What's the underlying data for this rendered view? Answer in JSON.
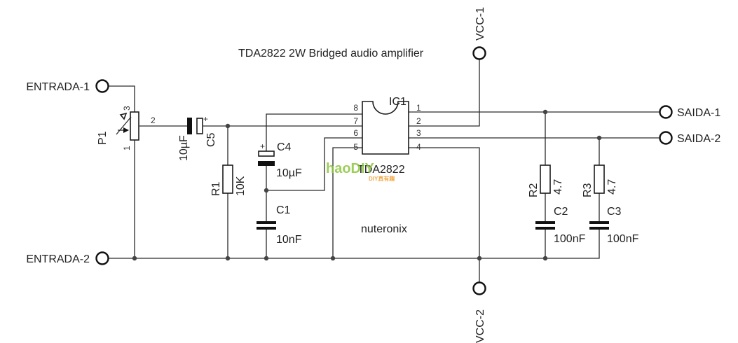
{
  "title": "TDA2822 2W Bridged audio amplifier",
  "credit": "nuteronix",
  "watermark": {
    "main": "haoDIY",
    "sub": "DIY真有趣"
  },
  "terminals": {
    "entrada1": "ENTRADA-1",
    "entrada2": "ENTRADA-2",
    "saida1": "SAIDA-1",
    "saida2": "SAIDA-2",
    "vcc1": "VCC-1",
    "vcc2": "VCC-2"
  },
  "ic": {
    "ref": "IC1",
    "part": "TDA2822",
    "pins_left": [
      "8",
      "7",
      "6",
      "5"
    ],
    "pins_right": [
      "1",
      "2",
      "3",
      "4"
    ]
  },
  "components": {
    "p1": {
      "ref": "P1",
      "pin1": "1",
      "pin2": "2",
      "pin3": "3"
    },
    "c5": {
      "ref": "C5",
      "value": "10µF",
      "polarity": "+"
    },
    "c4": {
      "ref": "C4",
      "value": "10µF",
      "polarity": "+"
    },
    "c1": {
      "ref": "C1",
      "value": "10nF"
    },
    "r1": {
      "ref": "R1",
      "value": "10K"
    },
    "r2": {
      "ref": "R2",
      "value": "4.7"
    },
    "r3": {
      "ref": "R3",
      "value": "4.7"
    },
    "c2": {
      "ref": "C2",
      "value": "100nF"
    },
    "c3": {
      "ref": "C3",
      "value": "100nF"
    }
  },
  "colors": {
    "ink": "#222222",
    "watermark_green": "#8cc63f",
    "watermark_orange": "#f2a33a"
  }
}
